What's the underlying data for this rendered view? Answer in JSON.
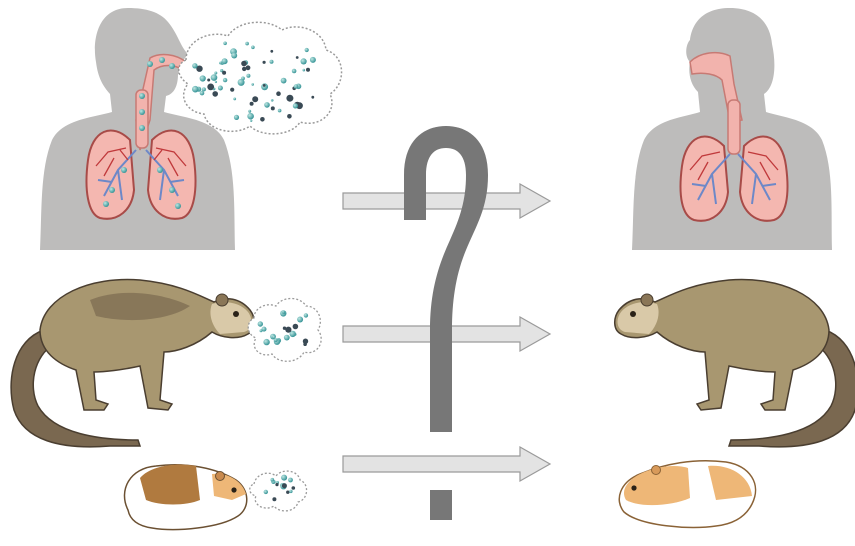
{
  "figure": {
    "rows": [
      {
        "row": "human",
        "source_emits_droplets": true,
        "target_emits_droplets": false
      },
      {
        "row": "ferret",
        "source_emits_droplets": true,
        "target_emits_droplets": false
      },
      {
        "row": "guinea-pig",
        "source_emits_droplets": true,
        "target_emits_droplets": false
      }
    ],
    "symbol": "?",
    "colors": {
      "body_gray": "#bdbcbb",
      "airway_pink": "#f2b3ad",
      "lung_vessels": "#c0393b",
      "bronchi_blue": "#6d88c8",
      "droplet_teal": "#3fa3a3",
      "arrow_fill": "#e3e3e3",
      "arrow_stroke": "#9a9a9a",
      "question_mark": "#777777",
      "ferret_light": "#a89770",
      "ferret_dark": "#6e5c47",
      "guinea_brown": "#b07a3f",
      "guinea_orange": "#eeb777"
    }
  }
}
